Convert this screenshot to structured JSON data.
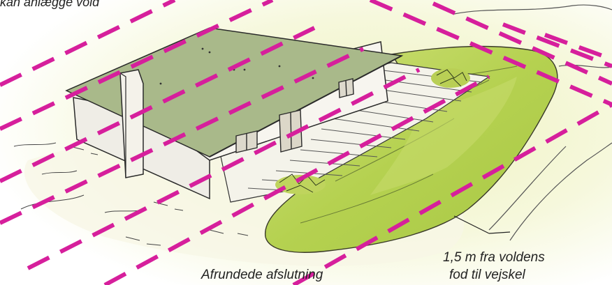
{
  "labels": {
    "top_partial": "kan anlægge vold",
    "rounded_end": "Afrundede afslutning",
    "distance_line1": "1,5 m fra voldens",
    "distance_line2": "fod til vejskel"
  },
  "colors": {
    "dashed_boundary": "#d61f9c",
    "berm_green": "#b8d45a",
    "roof_green": "#a9b98a",
    "wall": "#f6f4ee",
    "sketch_ink": "#2e2e2e",
    "background_glow": "#f2f4c9"
  }
}
